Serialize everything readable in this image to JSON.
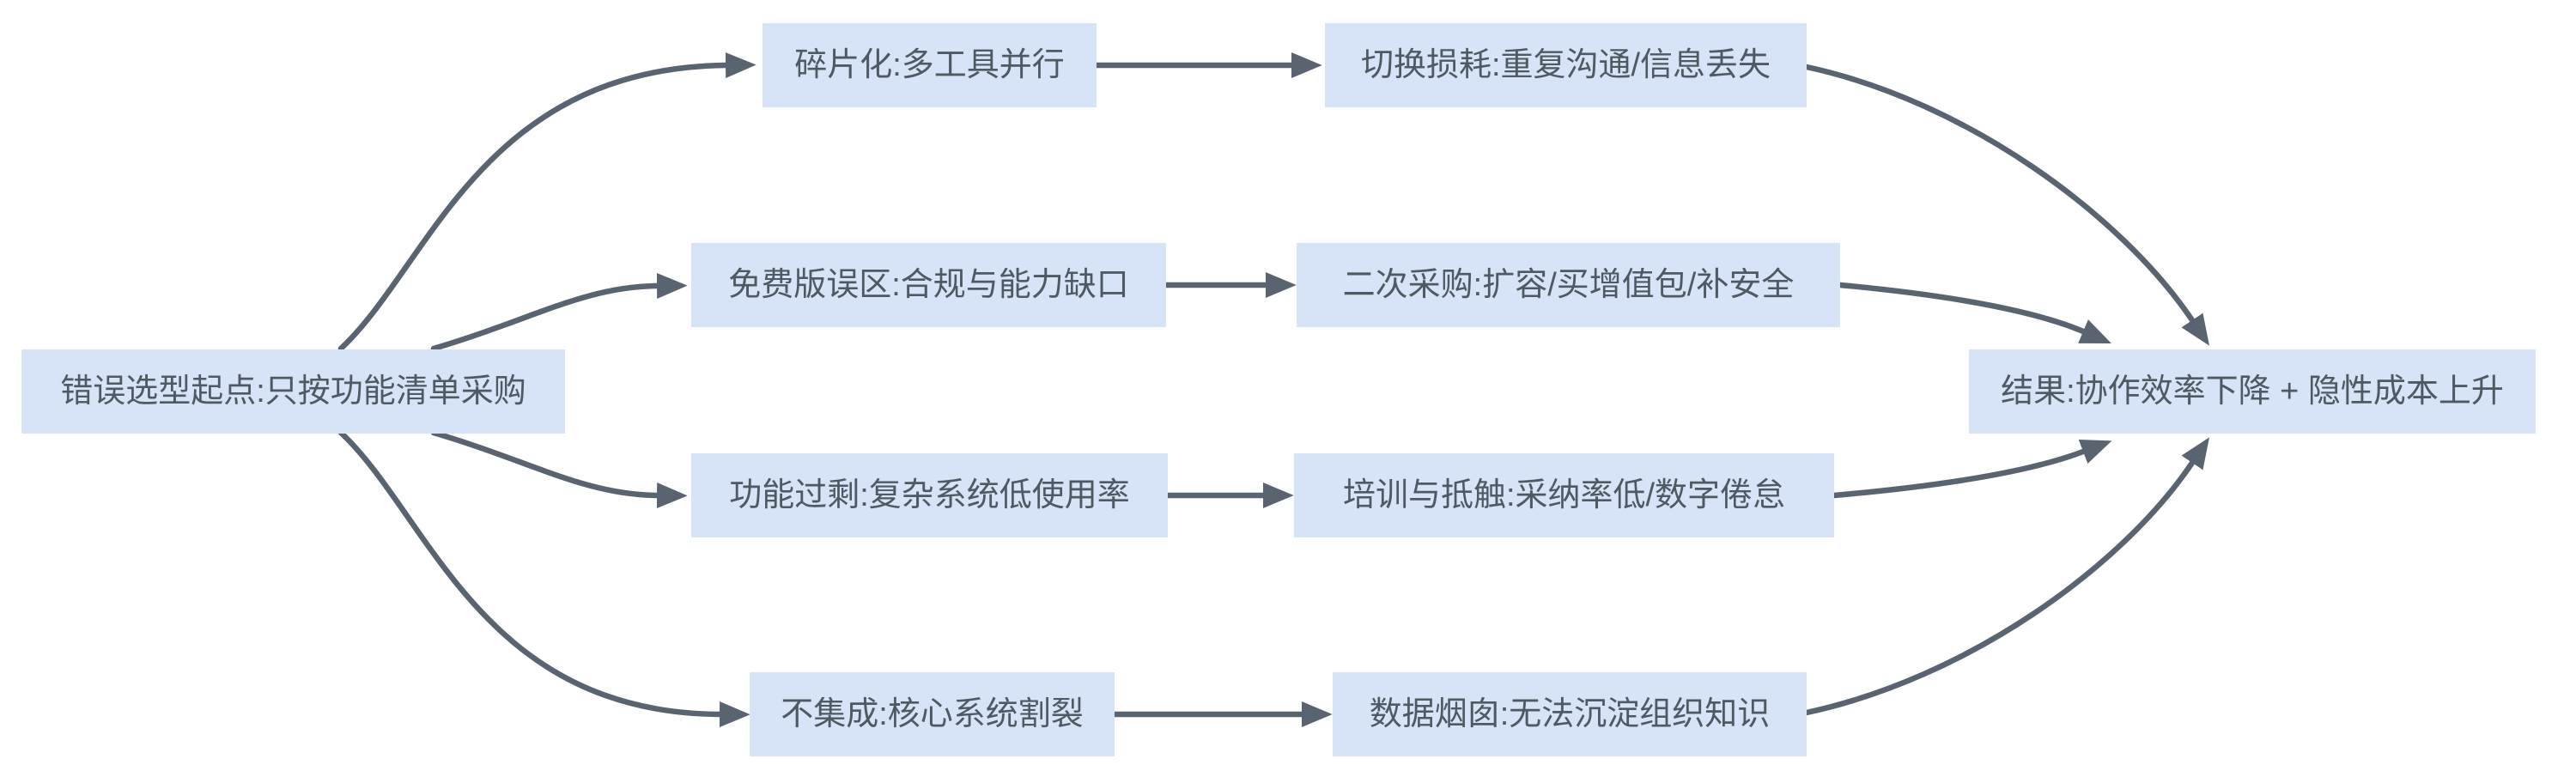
{
  "diagram": {
    "type": "flowchart-left-to-right",
    "background": "#ffffff",
    "colors": {
      "node_fill": "#d7e3f6",
      "node_text": "#4f5962",
      "edge": "#5a6470"
    },
    "nodes": {
      "start": {
        "label": "错误选型起点:只按功能清单采购"
      },
      "fragmentation": {
        "label": "碎片化:多工具并行"
      },
      "switching_cost": {
        "label": "切换损耗:重复沟通/信息丢失"
      },
      "free_version_trap": {
        "label": "免费版误区:合规与能力缺口"
      },
      "second_purchase": {
        "label": "二次采购:扩容/买增值包/补安全"
      },
      "feature_overload": {
        "label": "功能过剩:复杂系统低使用率"
      },
      "training_resistance": {
        "label": "培训与抵触:采纳率低/数字倦怠"
      },
      "no_integration": {
        "label": "不集成:核心系统割裂"
      },
      "data_silo": {
        "label": "数据烟囱:无法沉淀组织知识"
      },
      "result": {
        "label": "结果:协作效率下降 + 隐性成本上升"
      }
    },
    "edges": [
      {
        "from": "start",
        "to": "fragmentation"
      },
      {
        "from": "start",
        "to": "free_version_trap"
      },
      {
        "from": "start",
        "to": "feature_overload"
      },
      {
        "from": "start",
        "to": "no_integration"
      },
      {
        "from": "fragmentation",
        "to": "switching_cost"
      },
      {
        "from": "free_version_trap",
        "to": "second_purchase"
      },
      {
        "from": "feature_overload",
        "to": "training_resistance"
      },
      {
        "from": "no_integration",
        "to": "data_silo"
      },
      {
        "from": "switching_cost",
        "to": "result"
      },
      {
        "from": "second_purchase",
        "to": "result"
      },
      {
        "from": "training_resistance",
        "to": "result"
      },
      {
        "from": "data_silo",
        "to": "result"
      }
    ]
  }
}
